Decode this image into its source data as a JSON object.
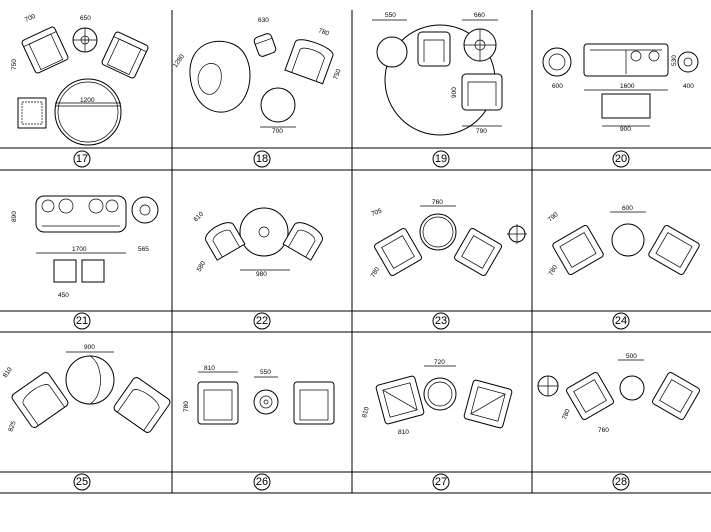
{
  "panels": [
    {
      "id": "17",
      "dims": [
        "700",
        "650",
        "750",
        "1200"
      ]
    },
    {
      "id": "18",
      "dims": [
        "1280",
        "630",
        "780",
        "750",
        "700"
      ]
    },
    {
      "id": "19",
      "dims": [
        "550",
        "660",
        "900",
        "790"
      ]
    },
    {
      "id": "20",
      "dims": [
        "600",
        "1600",
        "530",
        "400",
        "900"
      ]
    },
    {
      "id": "21",
      "dims": [
        "890",
        "1700",
        "565",
        "450"
      ]
    },
    {
      "id": "22",
      "dims": [
        "610",
        "580",
        "980"
      ]
    },
    {
      "id": "23",
      "dims": [
        "705",
        "760",
        "780"
      ]
    },
    {
      "id": "24",
      "dims": [
        "790",
        "600",
        "780"
      ]
    },
    {
      "id": "25",
      "dims": [
        "810",
        "900",
        "825"
      ]
    },
    {
      "id": "26",
      "dims": [
        "810",
        "550",
        "780"
      ]
    },
    {
      "id": "27",
      "dims": [
        "810",
        "720",
        "810"
      ]
    },
    {
      "id": "28",
      "dims": [
        "780",
        "500",
        "760"
      ]
    }
  ]
}
